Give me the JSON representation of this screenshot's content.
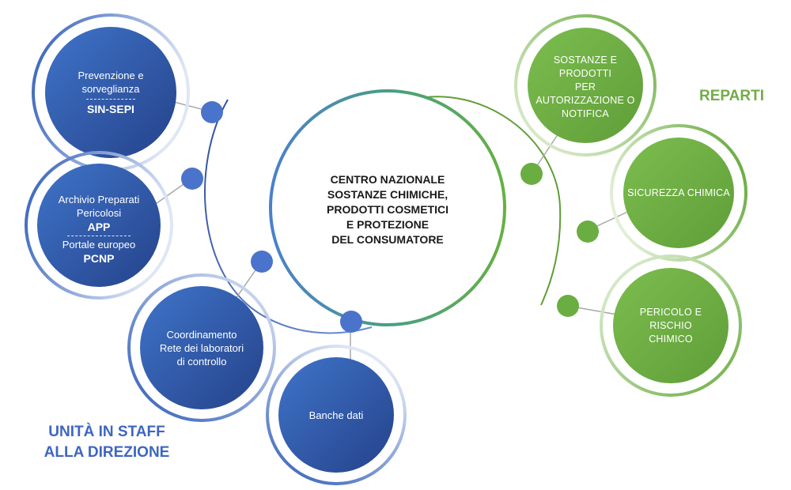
{
  "center": {
    "lines": [
      "CENTRO NAZIONALE",
      "SOSTANZE CHIMICHE,",
      "PRODOTTI COSMETICI",
      "E PROTEZIONE",
      "DEL CONSUMATORE"
    ]
  },
  "staff": {
    "label_lines": [
      "UNITÀ IN STAFF",
      "ALLA DIREZIONE"
    ],
    "nodes": [
      {
        "lines": [
          "Prevenzione e",
          "sorveglianza"
        ],
        "abbr": "SIN-SEPI"
      },
      {
        "lines": [
          "Archivio Preparati",
          "Pericolosi"
        ],
        "abbr": "APP",
        "lines2": [
          "Portale europeo"
        ],
        "abbr2": "PCNP"
      },
      {
        "lines": [
          "Coordinamento",
          "Rete dei laboratori",
          "di controllo"
        ]
      },
      {
        "lines": [
          "Banche dati"
        ]
      }
    ]
  },
  "reparti": {
    "label": "REPARTI",
    "nodes": [
      {
        "lines": [
          "SOSTANZE E PRODOTTI",
          "PER AUTORIZZAZIONE O",
          "NOTIFICA"
        ]
      },
      {
        "lines": [
          "SICUREZZA CHIMICA"
        ]
      },
      {
        "lines": [
          "PERICOLO E  RISCHIO",
          "CHIMICO"
        ]
      }
    ]
  },
  "colors": {
    "blue_light": "#3f74c9",
    "blue_dark": "#25428a",
    "green_light": "#7cbd4f",
    "green_dark": "#5f9e38",
    "connector": "#a8a8a8",
    "staff_label": "#3d66c2",
    "reparti_label": "#72ad48"
  }
}
